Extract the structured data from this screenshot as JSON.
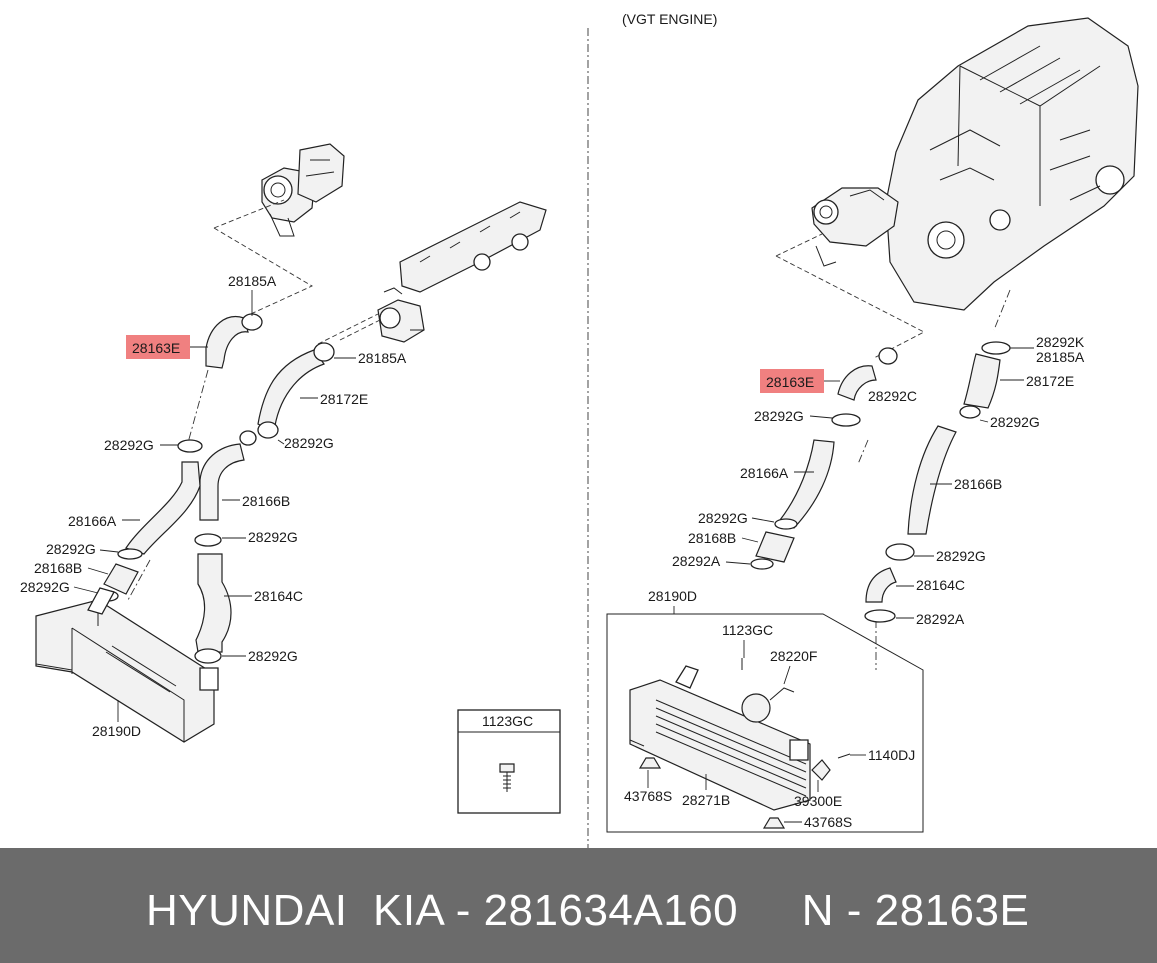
{
  "header": {
    "variant": "(VGT ENGINE)"
  },
  "left": {
    "labels": {
      "p28185A_top": "28185A",
      "p28163E": "28163E",
      "p28185A_mid": "28185A",
      "p28172E": "28172E",
      "p28292G_a": "28292G",
      "p28292G_b": "28292G",
      "p28166B": "28166B",
      "p28166A": "28166A",
      "p28292G_c": "28292G",
      "p28292G_d": "28292G",
      "p28168B": "28168B",
      "p28292G_e": "28292G",
      "p28164C": "28164C",
      "p28292G_f": "28292G",
      "p28190D": "28190D"
    },
    "inset": {
      "title": "1123GC"
    }
  },
  "right": {
    "labels": {
      "p28292K": "28292K",
      "p28185A": "28185A",
      "p28163E": "28163E",
      "p28292C": "28292C",
      "p28172E": "28172E",
      "p28292G_a": "28292G",
      "p28292G_b": "28292G",
      "p28166A": "28166A",
      "p28166B": "28166B",
      "p28292G_c": "28292G",
      "p28168B": "28168B",
      "p28292A_a": "28292A",
      "p28292G_d": "28292G",
      "p28164C": "28164C",
      "p28190D": "28190D",
      "p28292A_b": "28292A",
      "p1123GC": "1123GC",
      "p28220F": "28220F",
      "p1140DJ": "1140DJ",
      "p43768S_a": "43768S",
      "p28271B": "28271B",
      "p39300E": "39300E",
      "p43768S_b": "43768S"
    }
  },
  "footer": {
    "text": "HYUNDAI  KIA - 281634A160     N - 28163E"
  },
  "colors": {
    "highlight": "#f08080",
    "footer_bg": "#6b6b6b",
    "footer_text": "#ffffff"
  }
}
